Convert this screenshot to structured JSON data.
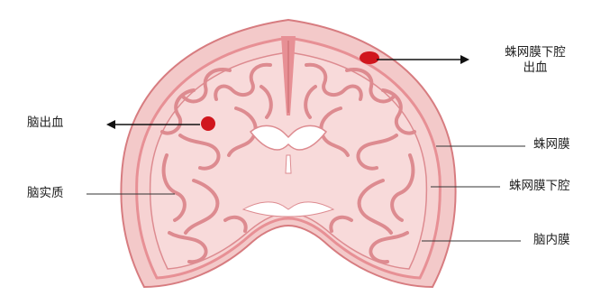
{
  "labels": {
    "subarachnoid_hemorrhage_line1": "蛛网膜下腔",
    "subarachnoid_hemorrhage_line2": "出血",
    "intracerebral_hemorrhage": "脑出血",
    "arachnoid": "蛛网膜",
    "brain_parenchyma": "脑实质",
    "subarachnoid_space": "蛛网膜下腔",
    "pia_mater": "脑内膜"
  },
  "colors": {
    "skull_fill": "#f3c9c9",
    "skull_stroke": "#d77c80",
    "meninges": "#e79095",
    "brain_fill": "#f8dada",
    "gyri_stroke": "#dd8b90",
    "ventricle_fill": "#ffffff",
    "hemorrhage": "#d0161d",
    "arrow": "#111111",
    "leader_line": "#333333"
  }
}
